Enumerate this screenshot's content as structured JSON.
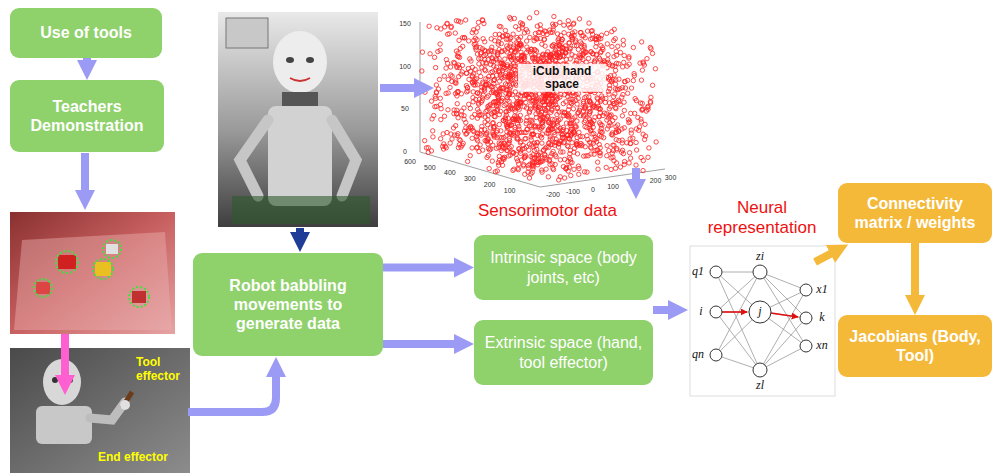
{
  "diagram": {
    "nodes": [
      {
        "text": [
          "Use of tools"
        ]
      },
      {
        "text": [
          "Teachers Demonstration"
        ]
      },
      {
        "text": [
          "Robot babbling movements to generate data"
        ]
      },
      {
        "text": [
          "Intrinsic space (body joints, etc)"
        ]
      },
      {
        "text": [
          "Extrinsic space (hand, tool effector)"
        ]
      },
      {
        "text": [
          "Connectivity matrix / weights"
        ]
      },
      {
        "text": [
          "Jacobians (Body, Tool)"
        ]
      }
    ],
    "edges": [
      {
        "from": 0,
        "to": 1,
        "arrow": "to"
      },
      {
        "from": 2,
        "to": 3,
        "arrow": "to"
      },
      {
        "from": 2,
        "to": 4,
        "arrow": "to"
      },
      {
        "from": 5,
        "to": 6,
        "arrow": "to"
      }
    ],
    "labels": [
      "iCub hand space",
      "Sensorimotor data",
      "Neural representation",
      "Tool effector",
      "End effector",
      "150",
      "100",
      "50",
      "0",
      "600",
      "500",
      "400",
      "300",
      "200",
      "100",
      "-200",
      "-100",
      "0",
      "100",
      "200",
      "300",
      "q1",
      "qn",
      "zi",
      "zl",
      "i",
      "j",
      "k",
      "x1",
      "xn"
    ]
  }
}
